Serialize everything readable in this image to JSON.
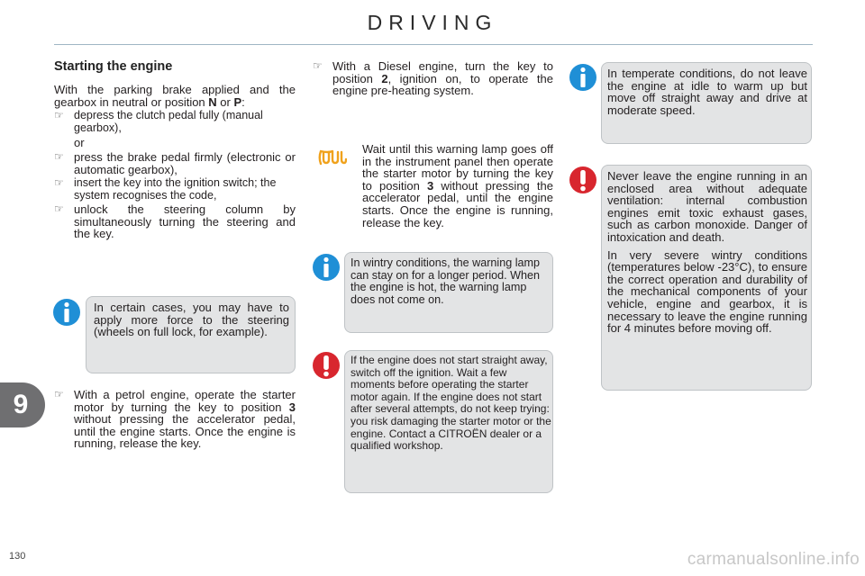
{
  "header": {
    "title": "DRIVING"
  },
  "section": {
    "title": "Starting the engine",
    "intro_a": "With the parking brake applied and the gearbox in neutral or position ",
    "intro_n": "N",
    "intro_or": " or ",
    "intro_p": "P",
    "intro_end": ":",
    "bullet1": "depress the clutch pedal fully (manual gearbox),",
    "or_text": "or",
    "bullet2": "press the brake pedal firmly (electronic or automatic gearbox),",
    "bullet3": "insert the key into the ignition switch; the system recognises the code,",
    "bullet4": "unlock the steering column by simultaneously turning the steering and the key.",
    "note_force": "In certain cases, you may have to apply more force to the steering (wheels on full lock, for example).",
    "petrol_a": "With a petrol engine, operate the starter motor by turning the key to position ",
    "petrol_pos": "3",
    "petrol_b": " without pressing the accelerator pedal, until the engine starts. Once the engine is running, release the key."
  },
  "middle": {
    "diesel_a": "With a Diesel engine, turn the key to position ",
    "diesel_pos": "2",
    "diesel_b": ", ignition on, to operate the engine pre-heating system.",
    "wait_a": "Wait until this warning lamp goes off in the instrument panel then operate the starter motor by turning the key to position ",
    "wait_pos": "3",
    "wait_b": " without pressing the accelerator pedal, until the engine starts. Once the engine is running, release the key.",
    "note_winter": "In wintry conditions, the warning lamp can stay on for a longer period. When the engine is hot, the warning lamp does not come on.",
    "note_nostart": "If the engine does not start straight away, switch off the ignition. Wait a few moments before operating the starter motor again. If the engine does not start after several attempts, do not keep trying: you risk damaging the starter motor or the engine. Contact a CITROËN dealer or a qualified workshop."
  },
  "right": {
    "note_temperate": "In temperate conditions, do not leave the engine at idle to warm up but move off straight away and drive at moderate speed.",
    "warn_p1": "Never leave the engine running in an enclosed area without adequate ventilation: internal combustion engines emit toxic exhaust gases, such as carbon monoxide. Danger of intoxication and death.",
    "warn_p2": "In very severe wintry conditions (temperatures below -23°C), to ensure the correct operation and durability of the mechanical components of your vehicle, engine and gearbox, it is necessary to leave the engine running for 4 minutes before moving off."
  },
  "footer": {
    "chapter": "9",
    "page": "130",
    "watermark": "carmanualsonline.info"
  },
  "icons": {
    "info": "info-icon",
    "warning": "exclamation-icon",
    "preheat": "glow-plug-icon",
    "bullet": "pointing-hand-icon"
  },
  "colors": {
    "accent_blue": "#1f8fd6",
    "warning_red": "#d8262e",
    "glow_orange": "#f0a21c",
    "note_bg": "#e3e4e5",
    "chapter_tab": "#6f6f71"
  }
}
